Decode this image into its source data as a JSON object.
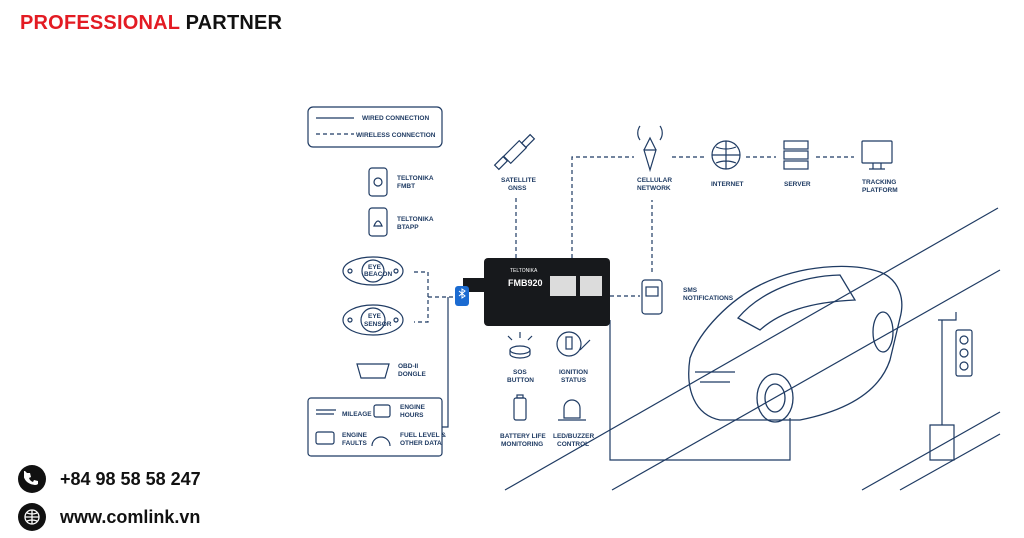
{
  "header": {
    "part1": "PROFESSIONAL",
    "part2": "PARTNER"
  },
  "contact": {
    "phone": "+84 98 58 58 247",
    "website": "www.comlink.vn"
  },
  "colors": {
    "accent": "#e31b23",
    "line": "#1f3b63",
    "text": "#111111"
  },
  "legend": {
    "wired": "WIRED CONNECTION",
    "wireless": "WIRELESS CONNECTION"
  },
  "device": {
    "brand": "TELTONIKA",
    "model": "FMB920"
  },
  "labels": {
    "fmbt_1": "TELTONIKA",
    "fmbt_2": "FMBT",
    "btapp_1": "TELTONIKA",
    "btapp_2": "BTAPP",
    "eye_beacon_1": "EYE",
    "eye_beacon_2": "BEACON",
    "eye_sensor_1": "EYE",
    "eye_sensor_2": "SENSOR",
    "obd_1": "OBD-II",
    "obd_2": "DONGLE",
    "mileage": "MILEAGE",
    "engine_hours_1": "ENGINE",
    "engine_hours_2": "HOURS",
    "engine_faults_1": "ENGINE",
    "engine_faults_2": "FAULTS",
    "fuel_1": "FUEL LEVEL &",
    "fuel_2": "OTHER DATA",
    "satellite_1": "SATELLITE",
    "satellite_2": "GNSS",
    "cellular_1": "CELLULAR",
    "cellular_2": "NETWORK",
    "internet": "INTERNET",
    "server": "SERVER",
    "tracking_1": "TRACKING",
    "tracking_2": "PLATFORM",
    "sms_1": "SMS",
    "sms_2": "NOTIFICATIONS",
    "sos_1": "SOS",
    "sos_2": "BUTTON",
    "ignition_1": "IGNITION",
    "ignition_2": "STATUS",
    "battery_1": "BATTERY LIFE",
    "battery_2": "MONITORING",
    "led_1": "LED/BUZZER",
    "led_2": "CONTROL"
  }
}
